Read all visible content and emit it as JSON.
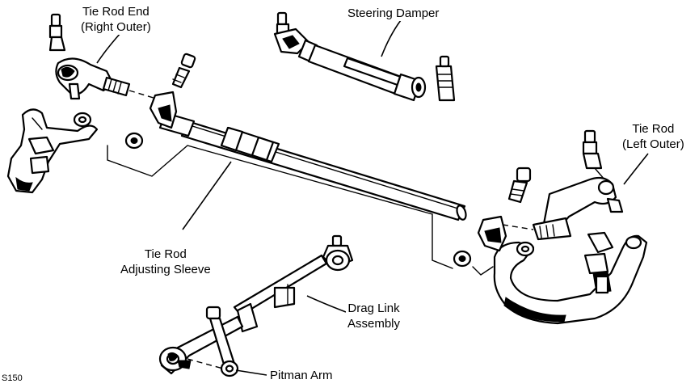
{
  "figure_id": "S150",
  "labels": {
    "tie_rod_end_right_outer": [
      "Tie Rod End",
      "(Right Outer)"
    ],
    "steering_damper": [
      "Steering Damper"
    ],
    "tie_rod_left_outer": [
      "Tie Rod",
      "(Left Outer)"
    ],
    "tie_rod_adjusting_sleeve": [
      "Tie Rod",
      "Adjusting Sleeve"
    ],
    "drag_link_assembly": [
      "Drag Link",
      "Assembly"
    ],
    "pitman_arm": [
      "Pitman Arm"
    ]
  },
  "colors": {
    "ink": "#000000",
    "paper": "#ffffff"
  }
}
